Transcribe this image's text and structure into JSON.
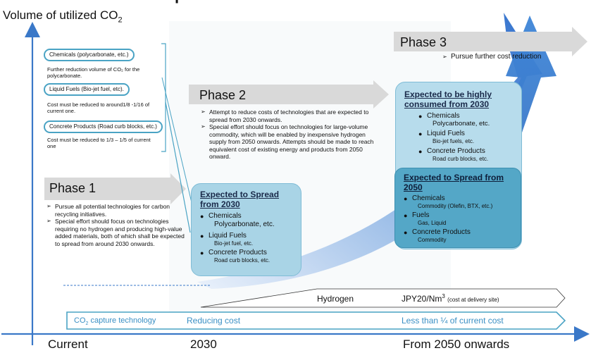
{
  "header": {
    "title_fragment": "p"
  },
  "axis": {
    "y_label_prefix": "Volume of utilized CO",
    "y_label_sub": "2",
    "x_labels": [
      "Current",
      "2030",
      "From 2050 onwards"
    ]
  },
  "left_panel": {
    "items": [
      {
        "label": "Chemicals (polycarbonate, etc.)",
        "note": "Further reduction volume of CO₂ for the polycarbonate."
      },
      {
        "label": "Liquid Fuels (Bio-jet fuel, etc).",
        "note": "Cost must be reduced to around1/8 -1/16 of current one."
      },
      {
        "label": "Concrete Products (Road curb blocks, etc.)",
        "note": "Cost must be reduced to 1/3 – 1/5 of current one"
      }
    ]
  },
  "phase1": {
    "label": "Phase 1",
    "bullets": [
      "Pursue all potential technologies for carbon recycling initiatives.",
      "Special effort should focus on technologies requiring no hydrogen and producing high-value added materials, both of which shall be expected to spread from around 2030 onwards."
    ]
  },
  "phase2": {
    "label": "Phase 2",
    "bullets": [
      "Attempt to reduce costs of technologies that are expected to spread from 2030 onwards.",
      "Special effort should focus on technologies for large-volume commodity, which will be enabled by inexpensive hydrogen supply from 2050 onwards. Attempts should be made to reach  equivalent cost of existing energy and products from 2050 onward."
    ]
  },
  "phase3": {
    "label": "Phase 3",
    "bullets": [
      "Pursue further cost reduction"
    ]
  },
  "box2030": {
    "title": "Expected to Spread from 2030",
    "items": [
      {
        "name": "Chemicals",
        "detail": "Polycarbonate, etc."
      },
      {
        "name": "Liquid Fuels",
        "detail": "Bio-jet fuel, etc."
      },
      {
        "name": "Concrete Products",
        "detail": "Road curb blocks, etc."
      }
    ]
  },
  "box_consumed": {
    "title": "Expected to be highly consumed from 2030",
    "items": [
      {
        "name": "Chemicals",
        "detail": "Polycarbonate, etc."
      },
      {
        "name": "Liquid Fuels",
        "detail": "Bio-jet fuels, etc."
      },
      {
        "name": "Concrete Products",
        "detail": "Road curb blocks, etc."
      }
    ]
  },
  "box2050": {
    "title": "Expected to Spread from 2050",
    "items": [
      {
        "name": "Chemicals",
        "detail": "Commodity (Olefin, BTX, etc.)"
      },
      {
        "name": "Fuels",
        "detail": "Gas, Liquid"
      },
      {
        "name": "Concrete Products",
        "detail": "Commodity"
      }
    ]
  },
  "hydrogen_bar": {
    "label": "Hydrogen",
    "value_prefix": "JPY20/Nm",
    "value_sup": "3",
    "value_note": "(cost at delivery site)"
  },
  "capture_bar": {
    "label_prefix": "CO",
    "label_sub": "2",
    "label_suffix": " capture technology",
    "middle": "Reducing cost",
    "right": "Less than ¼ of current cost"
  },
  "colors": {
    "accent": "#3a78c8",
    "box_fill": "#a9d4e6",
    "box_dark": "#54a7c7",
    "phase_arrow": "#d9d9d9",
    "pill_border": "#4aa3c4"
  }
}
